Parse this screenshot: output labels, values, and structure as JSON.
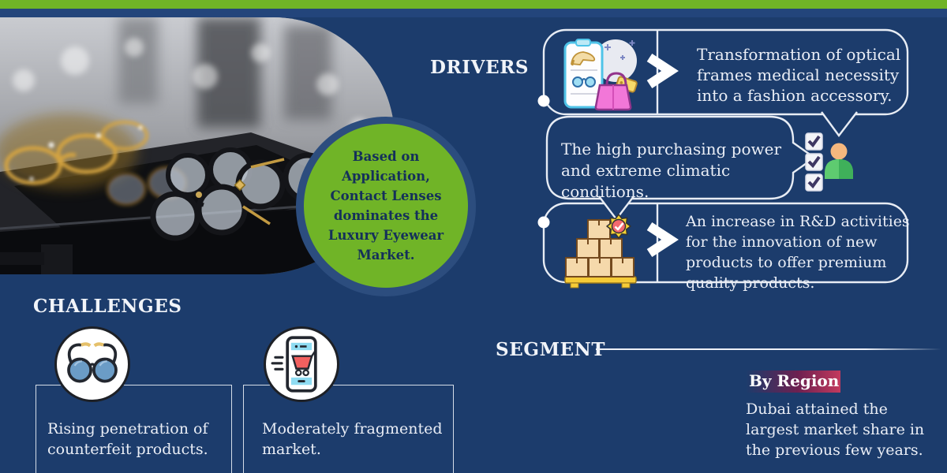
{
  "meta": {
    "background_color": "#1c3c6c",
    "accent_green": "#70b427",
    "outline_color": "#e7ecf4",
    "badge_gradient": [
      "#1c3c6c",
      "#6d2050",
      "#c33a5e"
    ]
  },
  "hero": {
    "photo_description": "blurred photo of luxury eyeglasses displayed on a dark tray",
    "highlight": {
      "text": "Based on Application, Contact Lenses dominates the Luxury Eyewear Market.",
      "circle_color": "#70b427",
      "text_color": "#14305a"
    }
  },
  "drivers": {
    "title": "DRIVERS",
    "items": [
      {
        "icon": "shopping-list-bag-icon",
        "text": "Transformation of optical frames medical necessity into a fashion accessory."
      },
      {
        "icon": "checklist-person-icon",
        "text": "The high purchasing power and extreme climatic conditions."
      },
      {
        "icon": "product-boxes-quality-icon",
        "text": "An increase in R&D activities for the innovation of new products to offer premium quality products."
      }
    ]
  },
  "challenges": {
    "title": "CHALLENGES",
    "items": [
      {
        "icon": "sunglasses-icon",
        "text": "Rising penetration of counterfeit products."
      },
      {
        "icon": "mobile-cart-icon",
        "text": "Moderately fragmented market."
      }
    ]
  },
  "segment": {
    "title": "SEGMENT",
    "by_region": {
      "label": "By Region",
      "text": "Dubai attained the largest market share in the previous few years."
    }
  }
}
